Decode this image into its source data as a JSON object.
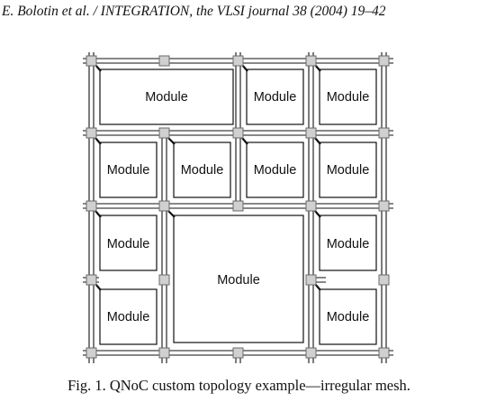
{
  "header": {
    "running_head": "E. Bolotin et al. / INTEGRATION, the VLSI journal 38 (2004) 19–42"
  },
  "figure": {
    "module_label": "Module",
    "caption": "Fig. 1. QNoC custom topology example—irregular mesh."
  }
}
